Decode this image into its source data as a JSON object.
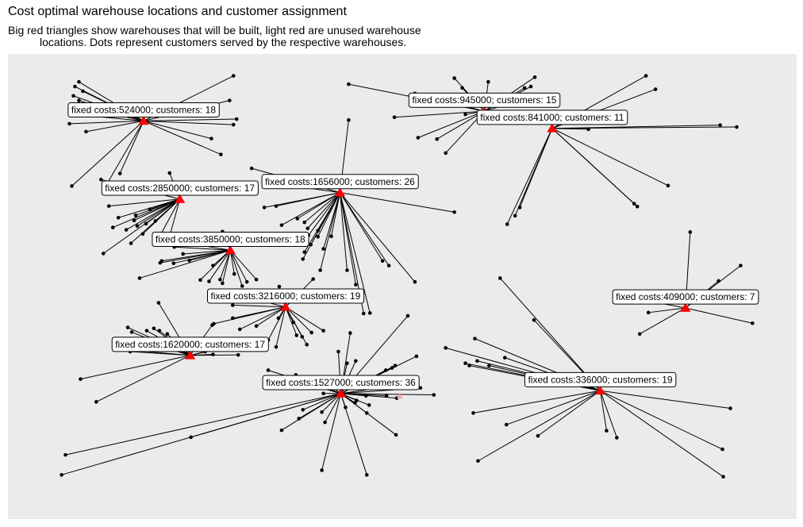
{
  "title": "Cost optimal warehouse locations and customer assignment",
  "subtitle_line1": "Big red triangles show warehouses that will be built, light red are unused warehouse",
  "subtitle_line2": "locations. Dots represent customers served by the respective warehouses.",
  "colors": {
    "panel_bg": "#EBEBEB",
    "built_warehouse": "#FF0000",
    "unused_warehouse": "#F4A6A6",
    "customer": "#000000",
    "line": "#000000"
  },
  "chart_data": {
    "type": "scatter",
    "xlim": [
      0,
      100
    ],
    "ylim": [
      0,
      100
    ],
    "grid": false,
    "legend": "none",
    "warehouses": [
      {
        "x": 17.2,
        "y": 85.6,
        "built": true,
        "label": "fixed costs:524000; customers: 18",
        "customers": [
          [
            9.0,
            94.0
          ],
          [
            8.5,
            93.0
          ],
          [
            9.5,
            92.0
          ],
          [
            8.3,
            91.0
          ],
          [
            9.0,
            90.0
          ],
          [
            8.1,
            89.0
          ],
          [
            8.4,
            87.0
          ],
          [
            7.8,
            85.0
          ],
          [
            9.9,
            83.3
          ],
          [
            28.6,
            95.3
          ],
          [
            28.1,
            90.0
          ],
          [
            29.0,
            86.0
          ],
          [
            28.6,
            84.8
          ],
          [
            25.8,
            81.8
          ],
          [
            27.0,
            78.4
          ],
          [
            14.2,
            74.3
          ],
          [
            12.4,
            71.6
          ],
          [
            8.1,
            71.6
          ]
        ]
      },
      {
        "x": 60.4,
        "y": 87.7,
        "built": true,
        "label": "fixed costs:945000; customers: 15",
        "customers": [
          [
            56.6,
            94.8
          ],
          [
            57.6,
            92.7
          ],
          [
            60.9,
            94.0
          ],
          [
            60.3,
            90.3
          ],
          [
            58.0,
            87.0
          ],
          [
            49.0,
            86.4
          ],
          [
            43.2,
            93.5
          ],
          [
            51.6,
            91.5
          ],
          [
            65.5,
            92.7
          ],
          [
            66.8,
            95.0
          ],
          [
            66.3,
            93.0
          ],
          [
            65.0,
            90.0
          ],
          [
            52.0,
            82.0
          ],
          [
            55.5,
            78.7
          ],
          [
            54.4,
            81.7
          ]
        ]
      },
      {
        "x": 69.0,
        "y": 84.0,
        "built": true,
        "label": "fixed costs:841000; customers: 11",
        "customers": [
          [
            80.9,
            95.3
          ],
          [
            82.1,
            92.4
          ],
          [
            90.3,
            84.7
          ],
          [
            92.4,
            84.3
          ],
          [
            73.6,
            83.8
          ],
          [
            83.7,
            71.7
          ],
          [
            79.4,
            67.8
          ],
          [
            79.8,
            67.2
          ],
          [
            64.9,
            67.0
          ],
          [
            64.3,
            65.2
          ],
          [
            63.3,
            63.4
          ]
        ]
      },
      {
        "x": 42.1,
        "y": 70.2,
        "built": true,
        "label": "fixed costs:1656000; customers: 26",
        "customers": [
          [
            43.2,
            85.8
          ],
          [
            30.9,
            75.4
          ],
          [
            35.0,
            71.9
          ],
          [
            34.0,
            67.3
          ],
          [
            32.5,
            67.0
          ],
          [
            34.7,
            63.2
          ],
          [
            36.7,
            64.6
          ],
          [
            37.6,
            63.8
          ],
          [
            38.0,
            62.5
          ],
          [
            39.3,
            62.0
          ],
          [
            39.3,
            60.7
          ],
          [
            38.1,
            61.0
          ],
          [
            41.0,
            60.8
          ],
          [
            56.6,
            66.0
          ],
          [
            40.0,
            58.1
          ],
          [
            38.4,
            59.0
          ],
          [
            37.6,
            57.4
          ],
          [
            37.4,
            55.9
          ],
          [
            39.6,
            53.5
          ],
          [
            43.0,
            53.5
          ],
          [
            47.5,
            55.5
          ],
          [
            48.3,
            54.5
          ],
          [
            51.6,
            51.0
          ],
          [
            44.1,
            50.4
          ],
          [
            45.1,
            44.2
          ],
          [
            45.9,
            44.3
          ]
        ]
      },
      {
        "x": 21.8,
        "y": 68.8,
        "built": true,
        "label": "fixed costs:2850000; customers: 17",
        "customers": [
          [
            20.5,
            74.4
          ],
          [
            11.8,
            73.0
          ],
          [
            12.8,
            67.3
          ],
          [
            16.2,
            65.3
          ],
          [
            18.0,
            66.6
          ],
          [
            16.0,
            64.2
          ],
          [
            14.0,
            64.8
          ],
          [
            13.3,
            62.7
          ],
          [
            15.0,
            62.2
          ],
          [
            16.4,
            63.0
          ],
          [
            17.5,
            63.5
          ],
          [
            18.7,
            64.1
          ],
          [
            17.1,
            61.3
          ],
          [
            12.1,
            57.1
          ],
          [
            18.8,
            59.4
          ],
          [
            20.3,
            59.6
          ],
          [
            15.6,
            59.3
          ]
        ]
      },
      {
        "x": 28.2,
        "y": 57.8,
        "built": true,
        "label": "fixed costs:3850000; customers: 18",
        "customers": [
          [
            27.2,
            61.8
          ],
          [
            23.5,
            59.1
          ],
          [
            21.1,
            58.5
          ],
          [
            19.3,
            55.1
          ],
          [
            16.7,
            51.8
          ],
          [
            22.2,
            57.0
          ],
          [
            21.0,
            55.0
          ],
          [
            19.5,
            55.5
          ],
          [
            23.0,
            55.6
          ],
          [
            26.0,
            54.5
          ],
          [
            24.4,
            51.4
          ],
          [
            25.5,
            51.1
          ],
          [
            26.9,
            51.5
          ],
          [
            27.2,
            50.7
          ],
          [
            28.7,
            52.7
          ],
          [
            30.3,
            51.0
          ],
          [
            31.5,
            51.5
          ],
          [
            29.7,
            50.1
          ]
        ]
      },
      {
        "x": 35.2,
        "y": 45.6,
        "built": true,
        "label": "fixed costs:3216000; customers: 19",
        "customers": [
          [
            38.7,
            51.6
          ],
          [
            34.4,
            50.0
          ],
          [
            31.9,
            47.0
          ],
          [
            28.5,
            46.0
          ],
          [
            34.6,
            48.0
          ],
          [
            36.8,
            48.3
          ],
          [
            28.5,
            43.2
          ],
          [
            34.3,
            43.2
          ],
          [
            36.2,
            42.3
          ],
          [
            38.5,
            40.1
          ],
          [
            40.0,
            40.5
          ],
          [
            36.6,
            39.5
          ],
          [
            37.3,
            39.2
          ],
          [
            29.4,
            40.8
          ],
          [
            37.9,
            37.5
          ],
          [
            34.0,
            37.0
          ],
          [
            31.5,
            41.5
          ],
          [
            26.1,
            42.0
          ],
          [
            33.0,
            38.5
          ]
        ]
      },
      {
        "x": 23.1,
        "y": 35.2,
        "built": true,
        "label": "fixed costs:1620000; customers: 17",
        "customers": [
          [
            19.1,
            46.5
          ],
          [
            15.7,
            40.2
          ],
          [
            15.2,
            41.2
          ],
          [
            18.5,
            41.0
          ],
          [
            17.6,
            40.5
          ],
          [
            19.2,
            40.5
          ],
          [
            20.2,
            39.8
          ],
          [
            25.9,
            41.7
          ],
          [
            28.7,
            37.3
          ],
          [
            26.0,
            35.4
          ],
          [
            29.2,
            35.3
          ],
          [
            25.0,
            36.0
          ],
          [
            14.3,
            36.5
          ],
          [
            15.5,
            36.0
          ],
          [
            20.5,
            36.5
          ],
          [
            9.2,
            30.1
          ],
          [
            11.2,
            25.2
          ]
        ]
      },
      {
        "x": 42.2,
        "y": 27.0,
        "built": true,
        "label": "fixed costs:1527000; customers: 36",
        "customers": [
          [
            50.7,
            43.7
          ],
          [
            43.4,
            40.0
          ],
          [
            41.9,
            36.0
          ],
          [
            43.0,
            33.5
          ],
          [
            44.1,
            34.0
          ],
          [
            48.7,
            32.5
          ],
          [
            49.1,
            33.0
          ],
          [
            47.9,
            32.0
          ],
          [
            51.8,
            35.0
          ],
          [
            36.5,
            31.0
          ],
          [
            33.0,
            32.0
          ],
          [
            38.0,
            29.0
          ],
          [
            40.2,
            29.5
          ],
          [
            40.0,
            27.0
          ],
          [
            51.4,
            29.2
          ],
          [
            52.3,
            28.2
          ],
          [
            48.0,
            26.5
          ],
          [
            49.3,
            26.0
          ],
          [
            45.4,
            26.5
          ],
          [
            44.0,
            25.0
          ],
          [
            45.8,
            24.5
          ],
          [
            44.2,
            25.5
          ],
          [
            42.8,
            24.0
          ],
          [
            37.4,
            23.5
          ],
          [
            39.8,
            23.0
          ],
          [
            40.2,
            20.8
          ],
          [
            34.7,
            19.1
          ],
          [
            36.9,
            21.6
          ],
          [
            54.0,
            26.7
          ],
          [
            49.2,
            18.1
          ],
          [
            23.2,
            17.6
          ],
          [
            7.3,
            13.8
          ],
          [
            6.8,
            9.5
          ],
          [
            39.8,
            10.5
          ],
          [
            45.5,
            9.5
          ],
          [
            45.5,
            22.8
          ]
        ]
      },
      {
        "x": 75.1,
        "y": 27.6,
        "built": true,
        "label": "fixed costs:336000; customers: 19",
        "customers": [
          [
            62.4,
            51.8
          ],
          [
            66.7,
            42.8
          ],
          [
            59.2,
            38.8
          ],
          [
            55.5,
            36.8
          ],
          [
            63.0,
            34.7
          ],
          [
            58.0,
            33.5
          ],
          [
            59.5,
            34.0
          ],
          [
            61.0,
            33.0
          ],
          [
            58.5,
            33.0
          ],
          [
            69.5,
            31.2
          ],
          [
            91.6,
            23.8
          ],
          [
            59.0,
            22.8
          ],
          [
            63.2,
            20.3
          ],
          [
            67.2,
            17.9
          ],
          [
            75.9,
            19.0
          ],
          [
            77.2,
            17.5
          ],
          [
            59.6,
            12.5
          ],
          [
            90.6,
            15.0
          ],
          [
            90.7,
            9.1
          ]
        ]
      },
      {
        "x": 85.9,
        "y": 45.4,
        "built": true,
        "label": "fixed costs:409000; customers: 7",
        "customers": [
          [
            86.5,
            61.7
          ],
          [
            92.9,
            54.5
          ],
          [
            90.1,
            51.2
          ],
          [
            81.8,
            46.7
          ],
          [
            81.2,
            44.4
          ],
          [
            94.4,
            42.1
          ],
          [
            80.1,
            39.8
          ]
        ]
      },
      {
        "x": 49.7,
        "y": 26.4,
        "built": false
      }
    ]
  }
}
